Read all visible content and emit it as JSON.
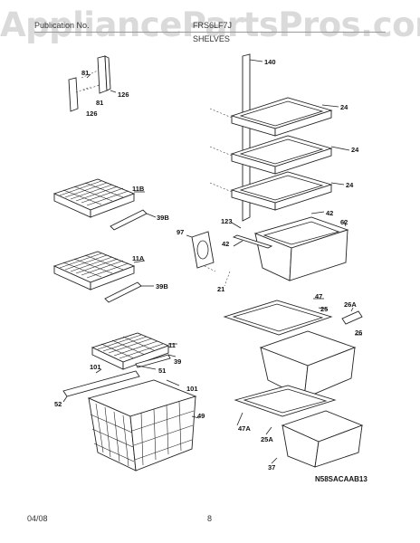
{
  "watermark": "AppliancePartsPros.com",
  "header": {
    "left": "Publication No.",
    "right": "FRS6LF7J",
    "section": "SHELVES"
  },
  "footer": {
    "date": "04/08",
    "page": "8"
  },
  "diagram_code": "N58SACAAB13",
  "callouts": [
    "81",
    "81",
    "126",
    "126",
    "140",
    "24",
    "24",
    "24",
    "11B",
    "39B",
    "123",
    "42",
    "42",
    "62",
    "97",
    "11A",
    "39B",
    "21",
    "47",
    "25",
    "26A",
    "26",
    "11",
    "39",
    "101",
    "101",
    "51",
    "52",
    "49",
    "47A",
    "25A",
    "37"
  ]
}
